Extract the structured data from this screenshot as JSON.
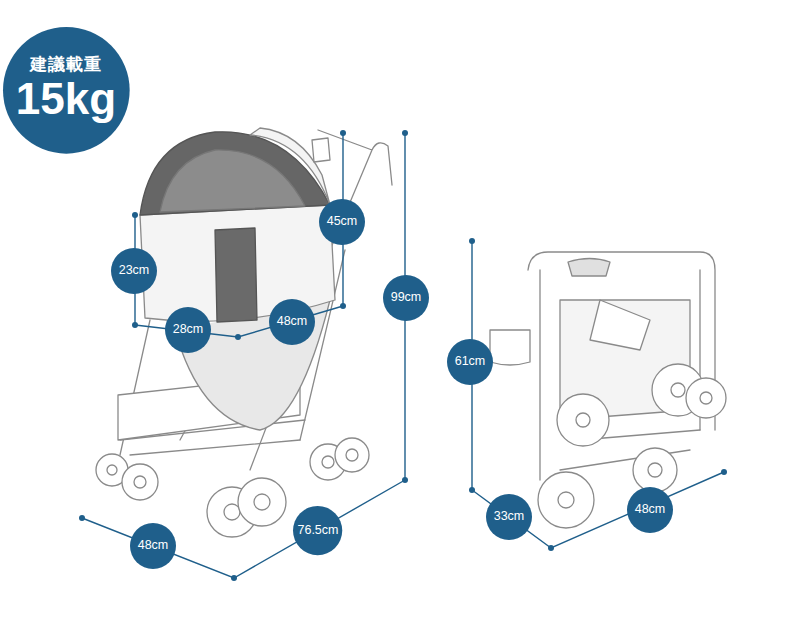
{
  "diagram": {
    "nodes": [
      {
        "text": [
          "建議載重",
          "15kg"
        ]
      },
      {
        "text": [
          "45cm"
        ]
      },
      {
        "text": [
          "23cm"
        ]
      },
      {
        "text": [
          "99cm"
        ]
      },
      {
        "text": [
          "28cm"
        ]
      },
      {
        "text": [
          "48cm"
        ]
      },
      {
        "text": [
          "61cm"
        ]
      },
      {
        "text": [
          "48cm"
        ]
      },
      {
        "text": [
          "76.5cm"
        ]
      },
      {
        "text": [
          "33cm"
        ]
      },
      {
        "text": [
          "48cm"
        ]
      }
    ]
  }
}
